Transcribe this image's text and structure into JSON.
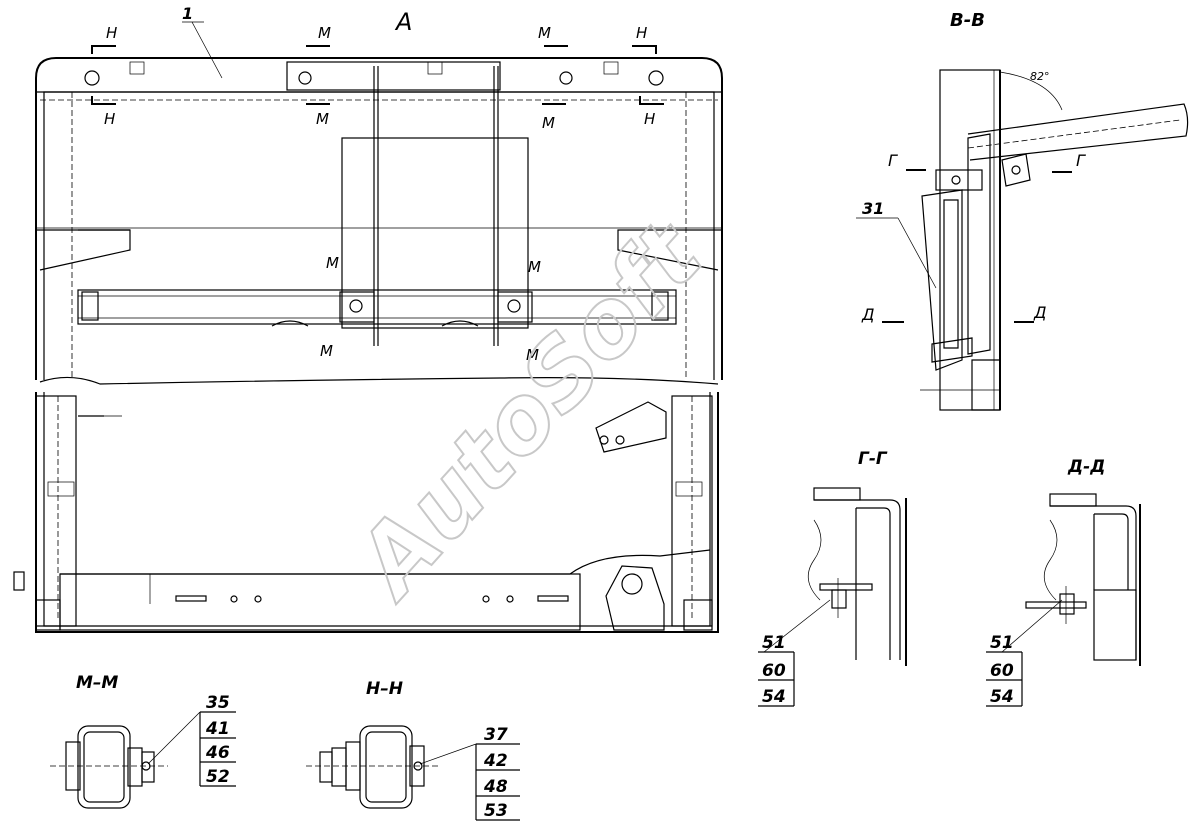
{
  "watermark": "AutoSoft",
  "views": {
    "main": {
      "title": "А",
      "part_label": "1"
    },
    "bb": {
      "title": "В-В",
      "angle": "82°",
      "part_label": "31"
    },
    "gg": {
      "title": "Г-Г",
      "parts": [
        "51",
        "60",
        "54"
      ]
    },
    "dd": {
      "title": "Д-Д",
      "parts": [
        "51",
        "60",
        "54"
      ]
    },
    "mm": {
      "title": "М–М",
      "parts": [
        "35",
        "41",
        "46",
        "52"
      ]
    },
    "nn": {
      "title": "Н–Н",
      "parts": [
        "37",
        "42",
        "48",
        "53"
      ]
    }
  },
  "section_marks": {
    "m": "М",
    "n": "Н",
    "g": "Г",
    "d": "Д"
  }
}
